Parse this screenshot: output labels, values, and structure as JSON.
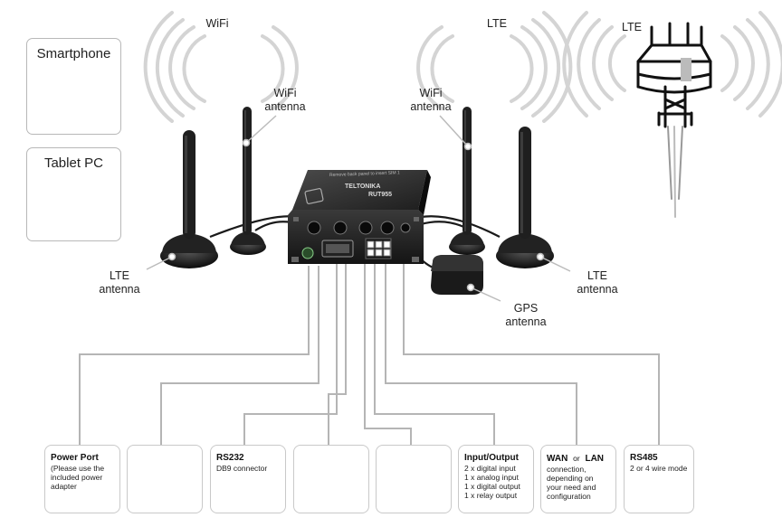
{
  "signals": {
    "wifi_left": "WiFi",
    "lte_mid": "LTE",
    "lte_tower": "LTE"
  },
  "devices": {
    "smartphone": "Smartphone",
    "tablet": "Tablet PC"
  },
  "antennas": {
    "wifi_left": [
      "WiFi",
      "antenna"
    ],
    "wifi_right": [
      "WiFi",
      "antenna"
    ],
    "lte_left": [
      "LTE",
      "antenna"
    ],
    "lte_right": [
      "LTE",
      "antenna"
    ],
    "gps": [
      "GPS",
      "antenna"
    ]
  },
  "router": {
    "brand": "TELTONIKA",
    "model": "RUT955",
    "top_text": "Remove back panel to insert SIM 1"
  },
  "ports": {
    "power": {
      "title": "Power Port",
      "desc": [
        "(Please use the",
        "included power",
        "adapter"
      ]
    },
    "rs232": {
      "title": "RS232",
      "desc": [
        "DB9 connector"
      ]
    },
    "io": {
      "title": "Input/Output",
      "desc": [
        "2 x digital input",
        "1 x analog input",
        "1 x digital output",
        "1 x relay output"
      ]
    },
    "wanlan": {
      "title_a": "WAN",
      "title_or": "or",
      "title_b": "LAN",
      "desc": [
        "connection,",
        "depending on",
        "your need and",
        "configuration"
      ]
    },
    "rs485": {
      "title": "RS485",
      "desc": [
        "2 or 4 wire mode"
      ]
    }
  },
  "colors": {
    "router_body": "#1c1c1c",
    "connector_line": "#b5b5b5",
    "card_border": "#c9c9c9",
    "signal_arc": "#d4d4d4"
  }
}
